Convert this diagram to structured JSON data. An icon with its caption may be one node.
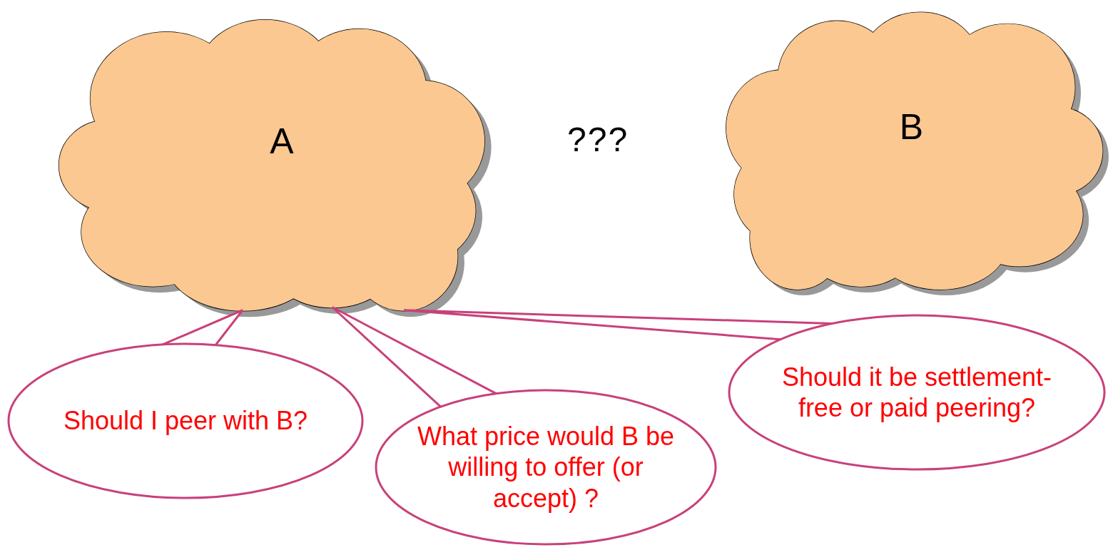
{
  "diagram": {
    "nodes": [
      {
        "text": [
          "A"
        ]
      },
      {
        "text": [
          "B"
        ]
      },
      {
        "text": [
          "Should I peer with B?"
        ]
      },
      {
        "text": [
          "What price would B be willing to offer (or accept) ?"
        ]
      },
      {
        "text": [
          "Should it be settlement-free or paid peering?"
        ]
      }
    ],
    "edges": [
      {
        "from": 2,
        "to": 0,
        "arrow": "none"
      },
      {
        "from": 3,
        "to": 0,
        "arrow": "none"
      },
      {
        "from": 4,
        "to": 0,
        "arrow": "none"
      }
    ],
    "labels": [
      "???"
    ]
  }
}
